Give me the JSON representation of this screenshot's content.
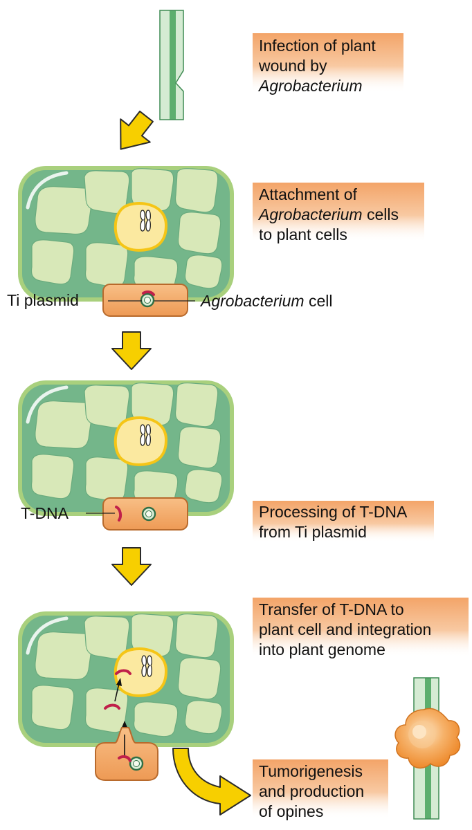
{
  "steps": [
    {
      "line1": "Infection of plant",
      "line2": "wound by",
      "line3_italic": "Agrobacterium",
      "line3_rest": ""
    },
    {
      "line1": "Attachment of",
      "line2_italic": "Agrobacterium",
      "line2_rest": " cells",
      "line3": "to plant cells"
    },
    {
      "line1": "Processing of T-DNA",
      "line2": "from Ti plasmid"
    },
    {
      "line1": "Transfer of T-DNA to",
      "line2": "plant cell and integration",
      "line3": "into plant genome"
    },
    {
      "line1": "Tumorigenesis",
      "line2": "and production",
      "line3": "of opines"
    }
  ],
  "labels": {
    "ti_plasmid": "Ti plasmid",
    "agro_cell_italic": "Agrobacterium",
    "agro_cell_rest": " cell",
    "t_dna": "T-DNA"
  },
  "colors": {
    "label_band": "#f3a468",
    "cell_wall": "#a9d07d",
    "cytoplasm": "#74b68a",
    "vacuole": "#d8e8b8",
    "nucleus": "#fbe9a0",
    "nucleus_rim": "#f5c516",
    "bacterium": "#f3a462",
    "tdna": "#c0204a",
    "arrow": "#f7cf00"
  }
}
